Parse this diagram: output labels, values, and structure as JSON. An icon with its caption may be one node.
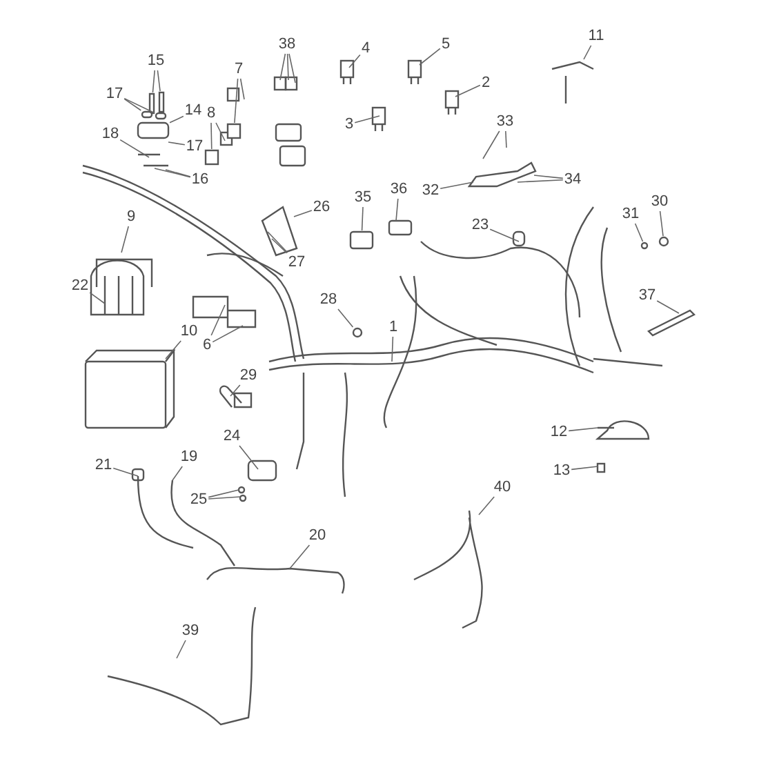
{
  "diagram": {
    "nodes": [
      {
        "text": [
          "38"
        ]
      },
      {
        "text": [
          "4"
        ]
      },
      {
        "text": [
          "5"
        ]
      },
      {
        "text": [
          "11"
        ]
      },
      {
        "text": [
          "15"
        ]
      },
      {
        "text": [
          "7"
        ]
      },
      {
        "text": [
          "2"
        ]
      },
      {
        "text": [
          "17"
        ]
      },
      {
        "text": [
          "14"
        ]
      },
      {
        "text": [
          "8"
        ]
      },
      {
        "text": [
          "33"
        ]
      },
      {
        "text": [
          "3"
        ]
      },
      {
        "text": [
          "18"
        ]
      },
      {
        "text": [
          "17"
        ]
      },
      {
        "text": [
          "16"
        ]
      },
      {
        "text": [
          "34"
        ]
      },
      {
        "text": [
          "32"
        ]
      },
      {
        "text": [
          "36"
        ]
      },
      {
        "text": [
          "35"
        ]
      },
      {
        "text": [
          "30"
        ]
      },
      {
        "text": [
          "26"
        ]
      },
      {
        "text": [
          "31"
        ]
      },
      {
        "text": [
          "9"
        ]
      },
      {
        "text": [
          "23"
        ]
      },
      {
        "text": [
          "27"
        ]
      },
      {
        "text": [
          "22"
        ]
      },
      {
        "text": [
          "37"
        ]
      },
      {
        "text": [
          "28"
        ]
      },
      {
        "text": [
          "1"
        ]
      },
      {
        "text": [
          "10"
        ]
      },
      {
        "text": [
          "6"
        ]
      },
      {
        "text": [
          "29"
        ]
      },
      {
        "text": [
          "12"
        ]
      },
      {
        "text": [
          "24"
        ]
      },
      {
        "text": [
          "19"
        ]
      },
      {
        "text": [
          "21"
        ]
      },
      {
        "text": [
          "13"
        ]
      },
      {
        "text": [
          "40"
        ]
      },
      {
        "text": [
          "25"
        ]
      },
      {
        "text": [
          "20"
        ]
      },
      {
        "text": [
          "39"
        ]
      },
      {
        "text": [],
        "shape": "box"
      },
      {
        "text": [],
        "shape": "box"
      },
      {
        "text": [],
        "shape": "box"
      },
      {
        "text": [],
        "shape": "box"
      },
      {
        "text": [],
        "shape": "box"
      },
      {
        "text": [],
        "shape": "box"
      },
      {
        "text": [],
        "shape": "circle"
      },
      {
        "text": [],
        "shape": "circle"
      },
      {
        "text": [],
        "shape": "box"
      },
      {
        "text": [],
        "shape": "box"
      },
      {
        "text": [],
        "shape": "circle"
      }
    ],
    "edges": [
      {
        "from": 0,
        "to": null,
        "arrow": "none"
      },
      {
        "from": 0,
        "to": null,
        "arrow": "none"
      },
      {
        "from": 0,
        "to": null,
        "arrow": "none"
      },
      {
        "from": 1,
        "to": null,
        "arrow": "none"
      },
      {
        "from": 2,
        "to": null,
        "arrow": "none"
      },
      {
        "from": 3,
        "to": null,
        "arrow": "none"
      },
      {
        "from": 4,
        "to": 41,
        "arrow": "none"
      },
      {
        "from": 4,
        "to": 42,
        "arrow": "none"
      },
      {
        "from": 5,
        "to": 43,
        "arrow": "none"
      },
      {
        "from": 5,
        "to": null,
        "arrow": "none"
      },
      {
        "from": 6,
        "to": null,
        "arrow": "none"
      },
      {
        "from": 7,
        "to": 49,
        "arrow": "none"
      },
      {
        "from": 7,
        "to": 44,
        "arrow": "none"
      },
      {
        "from": 8,
        "to": 50,
        "arrow": "none"
      },
      {
        "from": 9,
        "to": 45,
        "arrow": "none"
      },
      {
        "from": 9,
        "to": null,
        "arrow": "none"
      },
      {
        "from": 10,
        "to": null,
        "arrow": "none"
      },
      {
        "from": 10,
        "to": null,
        "arrow": "none"
      },
      {
        "from": 11,
        "to": null,
        "arrow": "none"
      },
      {
        "from": 12,
        "to": null,
        "arrow": "none"
      },
      {
        "from": 13,
        "to": null,
        "arrow": "none"
      },
      {
        "from": 14,
        "to": null,
        "arrow": "none"
      },
      {
        "from": 14,
        "to": null,
        "arrow": "none"
      },
      {
        "from": 15,
        "to": null,
        "arrow": "none"
      },
      {
        "from": 15,
        "to": null,
        "arrow": "none"
      },
      {
        "from": 16,
        "to": null,
        "arrow": "none"
      },
      {
        "from": 17,
        "to": null,
        "arrow": "none"
      },
      {
        "from": 18,
        "to": 46,
        "arrow": "none"
      },
      {
        "from": 19,
        "to": 47,
        "arrow": "none"
      },
      {
        "from": 20,
        "to": null,
        "arrow": "none"
      },
      {
        "from": 21,
        "to": 51,
        "arrow": "none"
      },
      {
        "from": 22,
        "to": null,
        "arrow": "none"
      },
      {
        "from": 23,
        "to": null,
        "arrow": "none"
      },
      {
        "from": 24,
        "to": null,
        "arrow": "none"
      },
      {
        "from": 24,
        "to": null,
        "arrow": "none"
      },
      {
        "from": 25,
        "to": null,
        "arrow": "none"
      },
      {
        "from": 26,
        "to": null,
        "arrow": "none"
      },
      {
        "from": 27,
        "to": 48,
        "arrow": "none"
      },
      {
        "from": 28,
        "to": null,
        "arrow": "none"
      },
      {
        "from": 29,
        "to": null,
        "arrow": "none"
      },
      {
        "from": 30,
        "to": null,
        "arrow": "none"
      },
      {
        "from": 30,
        "to": null,
        "arrow": "none"
      },
      {
        "from": 31,
        "to": null,
        "arrow": "none"
      },
      {
        "from": 32,
        "to": null,
        "arrow": "none"
      },
      {
        "from": 33,
        "to": null,
        "arrow": "none"
      },
      {
        "from": 34,
        "to": null,
        "arrow": "none"
      },
      {
        "from": 35,
        "to": null,
        "arrow": "none"
      },
      {
        "from": 36,
        "to": null,
        "arrow": "none"
      },
      {
        "from": 37,
        "to": null,
        "arrow": "none"
      },
      {
        "from": 38,
        "to": null,
        "arrow": "none"
      },
      {
        "from": 38,
        "to": null,
        "arrow": "none"
      },
      {
        "from": 39,
        "to": null,
        "arrow": "none"
      },
      {
        "from": 40,
        "to": null,
        "arrow": "none"
      }
    ]
  }
}
